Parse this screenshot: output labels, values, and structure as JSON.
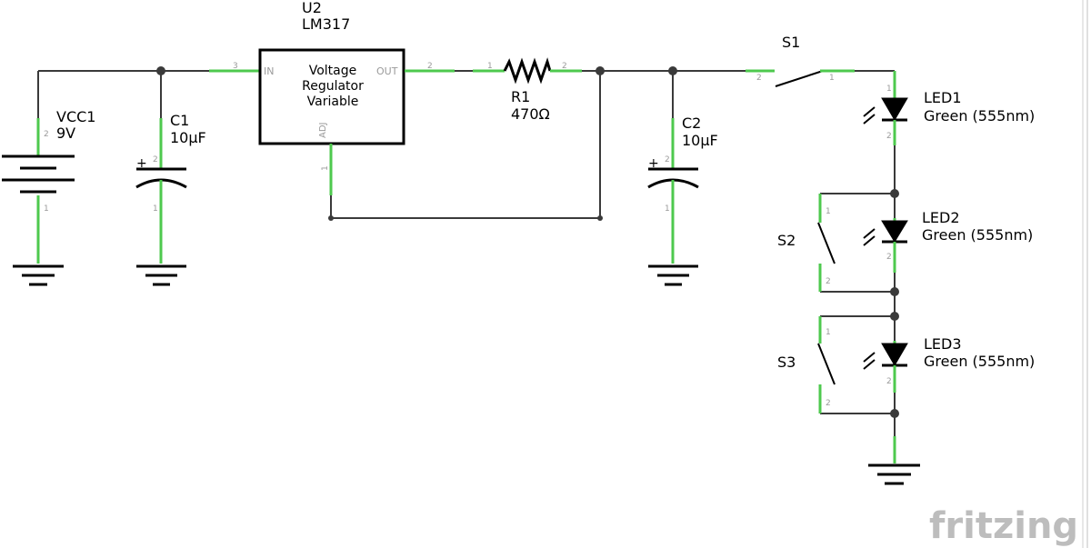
{
  "brand": "fritzing",
  "components": {
    "u2": {
      "ref": "U2",
      "value": "LM317",
      "line1": "Voltage",
      "line2": "Regulator",
      "line3": "Variable",
      "pin_in": "IN",
      "pin_out": "OUT",
      "pin_adj": "ADJ",
      "pin_in_num": "3",
      "pin_out_num": "2",
      "pin_adj_num": "1"
    },
    "vcc1": {
      "ref": "VCC1",
      "value": "9V"
    },
    "c1": {
      "ref": "C1",
      "value": "10µF"
    },
    "c2": {
      "ref": "C2",
      "value": "10µF"
    },
    "r1": {
      "ref": "R1",
      "value": "470Ω"
    },
    "s1": {
      "ref": "S1"
    },
    "s2": {
      "ref": "S2"
    },
    "s3": {
      "ref": "S3"
    },
    "led1": {
      "ref": "LED1",
      "value": "Green (555nm)"
    },
    "led2": {
      "ref": "LED2",
      "value": "Green (555nm)"
    },
    "led3": {
      "ref": "LED3",
      "value": "Green (555nm)"
    }
  },
  "pins": {
    "p1": "1",
    "p2": "2",
    "plus": "+"
  }
}
